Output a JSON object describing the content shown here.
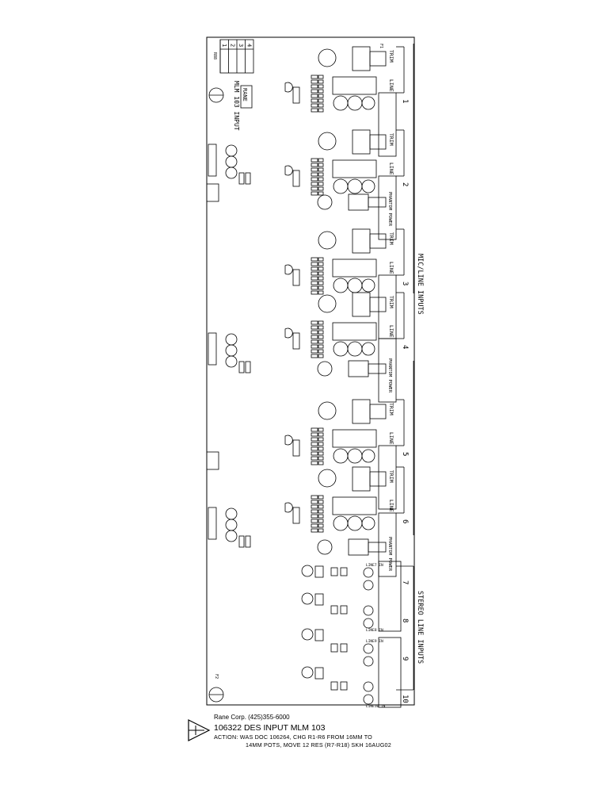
{
  "board": {
    "header_cells": [
      "1",
      "2",
      "3",
      "4"
    ],
    "header_tag": "R88",
    "rane_logo_text": "RANE",
    "board_label": "MLM 103 INPUT",
    "corner_labels": [
      "F1",
      "F2"
    ]
  },
  "channels": [
    {
      "number": "1",
      "label_top": "TRIM",
      "label_bottom": "LINE"
    },
    {
      "number": "2",
      "label_top": "LINE",
      "label_bottom": "TRIM"
    },
    {
      "number": "3",
      "label_top": "TRIM",
      "label_bottom": "LINE"
    },
    {
      "number": "4",
      "label_top": "LINE",
      "label_bottom": "TRIM"
    },
    {
      "number": "5",
      "label_top": "TRIM",
      "label_bottom": "LINE"
    },
    {
      "number": "6",
      "label_top": "LINE",
      "label_bottom": "TRIM"
    }
  ],
  "phantom_power_label": "PHANTOM POWER",
  "group_labels": {
    "mic_line": "MIC/LINE INPUTS",
    "stereo_line": "STEREO LINE INPUTS"
  },
  "stereo_channels": [
    {
      "number": "7",
      "jack": "LINE7 IN"
    },
    {
      "number": "8",
      "jack": "LINE8 IN"
    },
    {
      "number": "9",
      "jack": "LINE9 IN"
    },
    {
      "number": "10",
      "jack": "LINE10 IN"
    }
  ],
  "title_block": {
    "company": "Rane Corp.   (425)355-6000",
    "doc_number": "106322 DES INPUT MLM 103",
    "action_line1": "ACTION: WAS DOC 106264, CHG R1-R6 FROM 16MM TO",
    "action_line2": "14MM POTS, MOVE 12 RES (R7-R18)   SKH 16AUG02"
  }
}
